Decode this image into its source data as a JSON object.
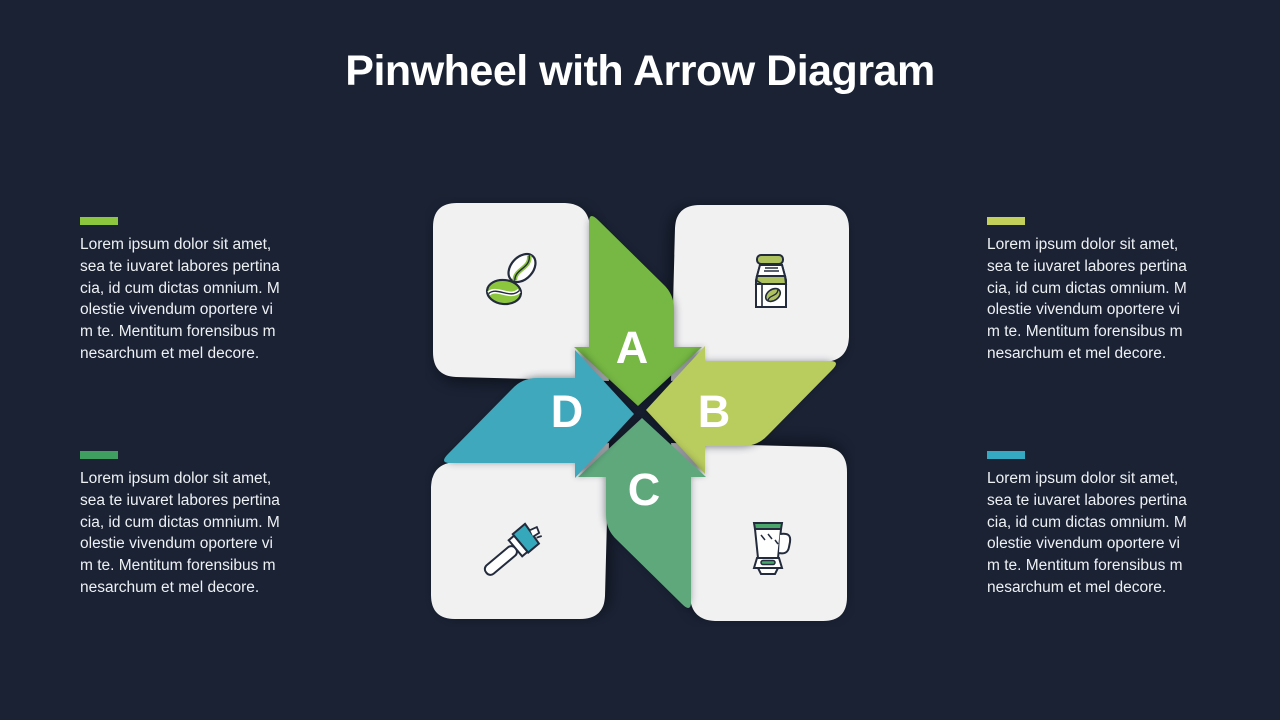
{
  "slide": {
    "title": "Pinwheel with Arrow Diagram",
    "background_color": "#1a2234",
    "title_color": "#ffffff"
  },
  "diagram": {
    "card_color": "#f1f1f2",
    "center_gap_color": "#1b2136",
    "arrows": [
      {
        "label": "A",
        "color": "#76b843",
        "position": "top",
        "direction": "down"
      },
      {
        "label": "B",
        "color": "#b9cc5e",
        "position": "right",
        "direction": "left"
      },
      {
        "label": "C",
        "color": "#5fa87c",
        "position": "bottom",
        "direction": "up"
      },
      {
        "label": "D",
        "color": "#3fa8bc",
        "position": "left",
        "direction": "right"
      }
    ],
    "cards": [
      {
        "position": "top-left",
        "icon": "coffee-beans-icon"
      },
      {
        "position": "top-right",
        "icon": "coffee-bag-icon"
      },
      {
        "position": "bottom-left",
        "icon": "portafilter-icon"
      },
      {
        "position": "bottom-right",
        "icon": "blender-icon"
      }
    ]
  },
  "text_blocks": [
    {
      "position": "top-left",
      "accent_color": "#8cc63e",
      "lines": [
        "Lorem ipsum dolor sit amet,",
        "sea te iuvaret labores pertina",
        "cia, id cum dictas omnium. M",
        "olestie vivendum oportere vi",
        "m te. Mentitum forensibus m",
        "nesarchum et mel decore."
      ]
    },
    {
      "position": "top-right",
      "accent_color": "#c3d05a",
      "lines": [
        "Lorem ipsum dolor sit amet,",
        "sea te iuvaret labores pertina",
        "cia, id cum dictas omnium. M",
        "olestie vivendum oportere vi",
        "m te. Mentitum forensibus m",
        "nesarchum et mel decore."
      ]
    },
    {
      "position": "bottom-left",
      "accent_color": "#3f9f60",
      "lines": [
        "Lorem ipsum dolor sit amet,",
        "sea te iuvaret labores pertina",
        "cia, id cum dictas omnium. M",
        "olestie vivendum oportere vi",
        "m te. Mentitum forensibus m",
        "nesarchum et mel decore."
      ]
    },
    {
      "position": "bottom-right",
      "accent_color": "#35a9c2",
      "lines": [
        "Lorem ipsum dolor sit amet,",
        "sea te iuvaret labores pertina",
        "cia, id cum dictas omnium. M",
        "olestie vivendum oportere vi",
        "m te. Mentitum forensibus m",
        "nesarchum et mel decore."
      ]
    }
  ]
}
